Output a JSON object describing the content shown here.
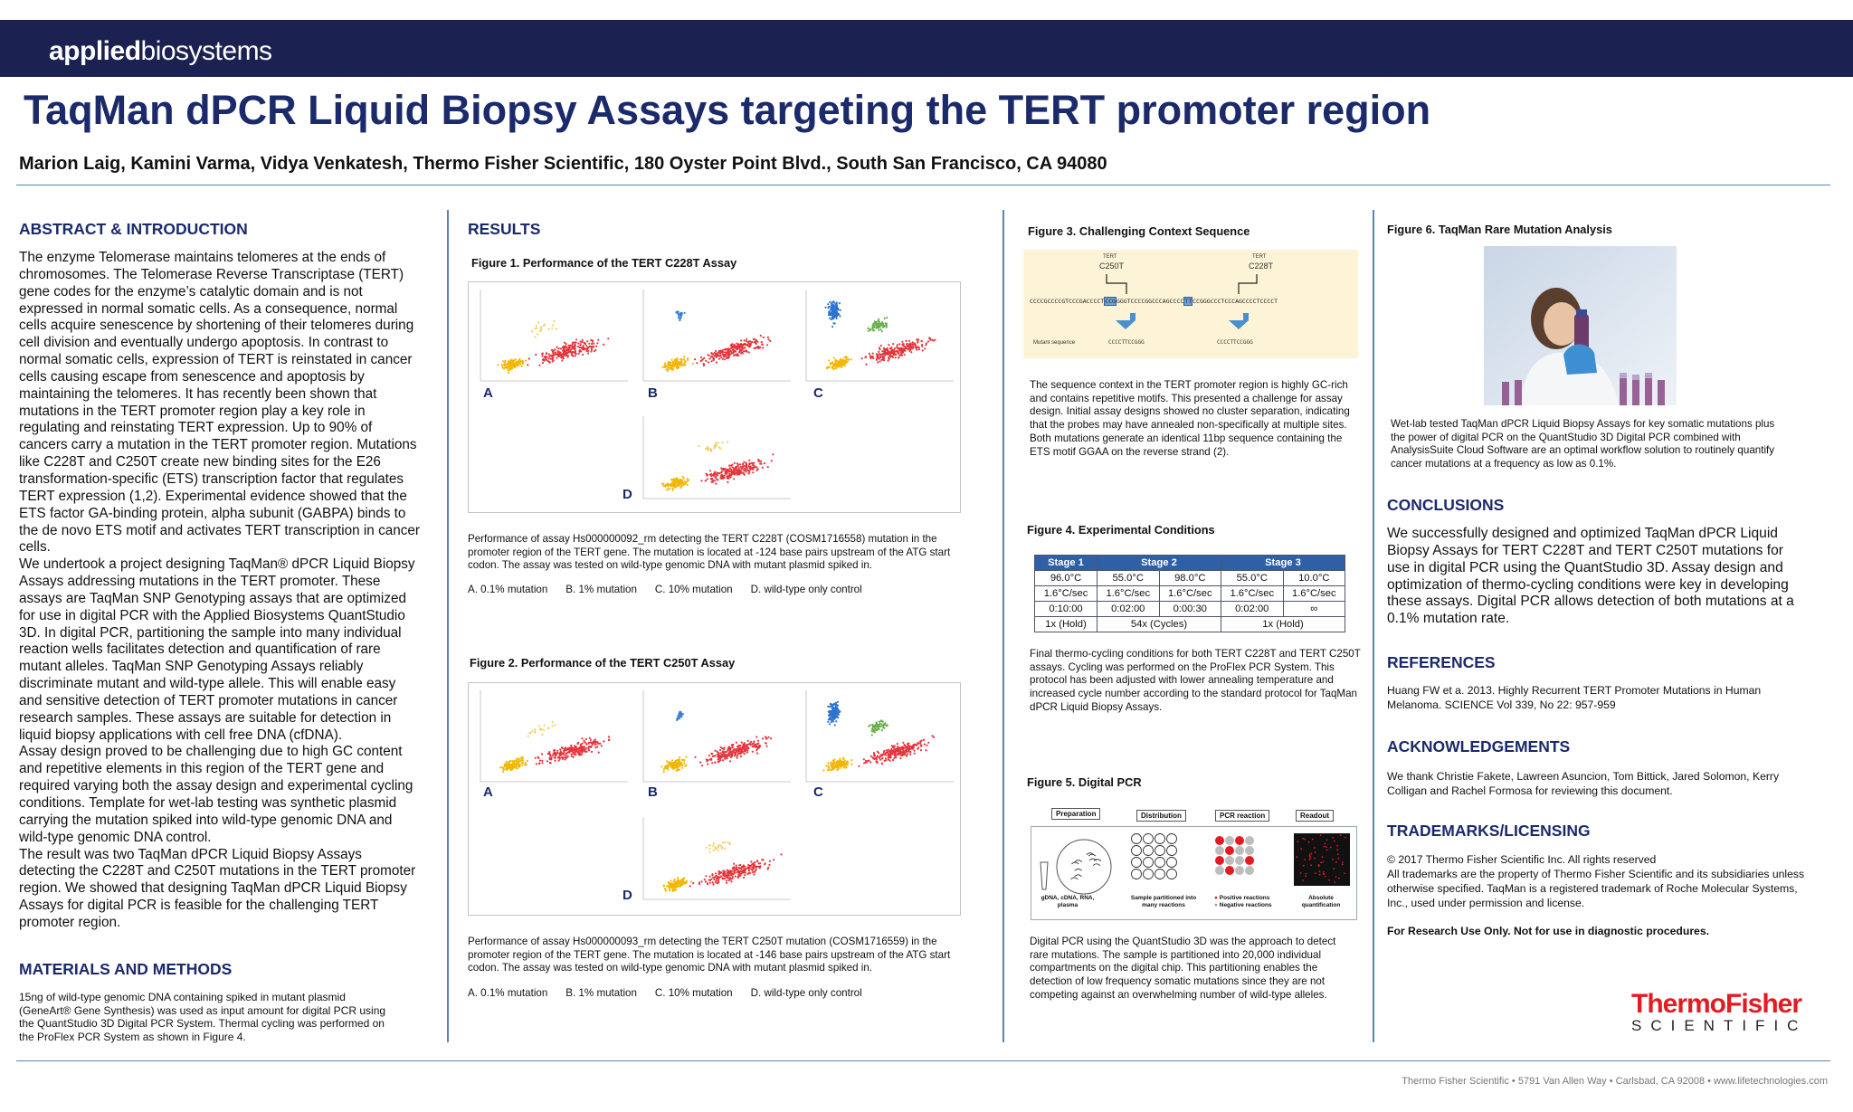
{
  "header": {
    "brand_bold": "applied",
    "brand_light": "biosystems"
  },
  "title": "TaqMan dPCR Liquid Biopsy Assays targeting the TERT promoter region",
  "authors": "Marion Laig, Kamini Varma, Vidya Venkatesh, Thermo Fisher Scientific, 180 Oyster Point Blvd., South San Francisco, CA 94080",
  "abstract": {
    "heading": "ABSTRACT & INTRODUCTION",
    "p1": "The enzyme Telomerase maintains telomeres at the ends of chromosomes. The Telomerase Reverse Transcriptase (TERT) gene codes for the enzyme’s catalytic domain and is not expressed in normal somatic cells. As a consequence, normal cells acquire senescence by shortening of their telomeres during cell division and eventually undergo apoptosis. In contrast to normal somatic cells, expression of TERT is reinstated in cancer cells causing escape from senescence and apoptosis by maintaining the telomeres. It has recently been shown that mutations in the TERT promoter region play a key role in regulating and reinstating TERT expression. Up to 90% of cancers carry a mutation in the TERT promoter region. Mutations like C228T and C250T create new binding sites for the E26 transformation-specific (ETS) transcription factor that regulates TERT expression (1,2). Experimental evidence showed that the ETS factor GA-binding protein, alpha subunit (GABPA) binds to the de novo ETS motif and activates TERT transcription in cancer cells.",
    "p2": "We undertook a project designing TaqMan® dPCR Liquid Biopsy Assays addressing mutations in the TERT promoter. These assays are TaqMan SNP Genotyping assays that are optimized for use in digital PCR with the Applied Biosystems QuantStudio 3D. In digital PCR, partitioning the sample into many individual reaction wells facilitates detection and quantification of rare mutant alleles. TaqMan SNP Genotyping Assays reliably discriminate mutant and wild-type allele. This will enable easy and sensitive detection of TERT promoter mutations in cancer research samples. These assays are suitable for detection in liquid biopsy applications with cell free DNA (cfDNA).",
    "p3": "Assay design proved to be challenging due to high GC content and repetitive elements in this region of the TERT gene and required varying both the assay design and experimental cycling conditions. Template for wet-lab testing was synthetic plasmid carrying the mutation spiked into wild-type genomic DNA and wild-type genomic DNA control.",
    "p4": "The result was two TaqMan dPCR Liquid Biopsy Assays detecting the C228T and C250T mutations in the TERT promoter region. We showed that designing TaqMan dPCR Liquid Biopsy Assays for digital PCR is feasible for the challenging TERT promoter region."
  },
  "methods": {
    "heading": "MATERIALS AND METHODS",
    "text": "15ng of wild-type genomic DNA containing spiked in mutant plasmid (GeneArt® Gene Synthesis) was used as input amount for digital PCR using the QuantStudio 3D Digital PCR System. Thermal cycling was performed on the ProFlex PCR System as shown in Figure 4."
  },
  "results": {
    "heading": "RESULTS",
    "fig1": {
      "title": "Figure 1.  Performance of the TERT C228T Assay",
      "labels": [
        "A",
        "B",
        "C",
        "D"
      ],
      "caption": "Performance of assay Hs000000092_rm detecting the TERT C228T (COSM1716558) mutation in the promoter region of the TERT gene. The mutation is located at -124 base pairs upstream of the ATG start codon. The assay was tested on wild-type genomic DNA with mutant plasmid spiked in.",
      "legend": [
        "A. 0.1% mutation",
        "B. 1% mutation",
        "C. 10% mutation",
        "D. wild-type only control"
      ]
    },
    "fig2": {
      "title": "Figure 2.  Performance of the TERT C250T Assay",
      "labels": [
        "A",
        "B",
        "C",
        "D"
      ],
      "caption": "Performance of assay Hs000000093_rm detecting the TERT C250T mutation (COSM1716559)  in the promoter region of the TERT gene. The mutation is located at -146 base pairs upstream of the ATG start codon. The assay was tested on wild-type genomic DNA with mutant plasmid spiked in.",
      "legend": [
        "A. 0.1% mutation",
        "B. 1% mutation",
        "C. 10% mutation",
        "D. wild-type only control"
      ]
    }
  },
  "fig3": {
    "title": "Figure 3.  Challenging Context Sequence",
    "tert_small": "TERT",
    "label_c250t": "C250T",
    "label_c228t": "C228T",
    "sequence_left": "CCCCGCCCCGTCCCGACCCCT",
    "sequence_box1": "CCG",
    "sequence_mid": "GGGTCCCCGGCCCAGCCCC",
    "sequence_box2": "TT",
    "sequence_right": "CCGGGCCCTCCCAGCCCCTCCCCT",
    "mutant_label": "Mutant sequence",
    "mutant1": "CCCCTTCCGGG",
    "mutant2": "CCCCTTCCGGG",
    "caption": "The sequence context in the TERT promoter region is highly GC-rich and contains repetitive motifs. This presented a challenge for assay design. Initial assay designs showed no cluster separation, indicating that the probes may have annealed non-specifically at multiple sites. Both mutations generate an identical 11bp sequence containing the ETS motif GGAA on the reverse strand (2)."
  },
  "fig4": {
    "title": "Figure 4.  Experimental Conditions",
    "headers": [
      "Stage 1",
      "Stage 2",
      "Stage 3"
    ],
    "rows": [
      [
        "96.0°C",
        "55.0°C",
        "98.0°C",
        "55.0°C",
        "10.0°C"
      ],
      [
        "1.6°C/sec",
        "1.6°C/sec",
        "1.6°C/sec",
        "1.6°C/sec",
        "1.6°C/sec"
      ],
      [
        "0:10:00",
        "0:02:00",
        "0:00:30",
        "0:02:00",
        "∞"
      ]
    ],
    "last_row": [
      "1x (Hold)",
      "54x (Cycles)",
      "1x (Hold)"
    ],
    "caption": "Final thermo-cycling conditions for both TERT C228T and TERT C250T assays. Cycling was performed on the ProFlex PCR System. This protocol has been adjusted with lower annealing temperature and increased cycle number according to the standard protocol for TaqMan dPCR Liquid Biopsy Assays."
  },
  "fig5": {
    "title": "Figure 5.  Digital PCR",
    "steps": [
      "Preparation",
      "Distribution",
      "PCR  reaction",
      "Readout"
    ],
    "sub_left": "gDNA, cDNA, RNA, plasma",
    "sub_mid": "Sample partitioned into many reactions",
    "sub_pos": "Positive reactions",
    "sub_neg": "Negative reactions",
    "sub_right": "Absolute quantification",
    "caption": "Digital PCR using the QuantStudio 3D was the approach to detect rare mutations. The sample is partitioned into 20,000 individual compartments on the digital chip. This partitioning enables the detection of low frequency somatic mutations since they are not competing against an overwhelming number of wild-type alleles."
  },
  "fig6": {
    "title": "Figure 6.  TaqMan Rare Mutation Analysis",
    "caption": "Wet-lab tested TaqMan dPCR Liquid Biopsy Assays for key somatic mutations plus the power of digital PCR on the QuantStudio 3D Digital PCR combined with AnalysisSuite Cloud Software are an optimal workflow solution to routinely quantify cancer mutations at a frequency as low as 0.1%."
  },
  "conclusions": {
    "heading": "CONCLUSIONS",
    "text": "We successfully designed and optimized TaqMan dPCR Liquid Biopsy Assays for TERT C228T and TERT C250T mutations for use in digital PCR using the QuantStudio 3D. Assay design and optimization of thermo-cycling conditions were key in developing these assays. Digital PCR allows detection of both mutations at a 0.1% mutation rate."
  },
  "references": {
    "heading": "REFERENCES",
    "text": "Huang FW et a. 2013. Highly Recurrent TERT Promoter Mutations in Human Melanoma. SCIENCE Vol 339, No 22: 957-959"
  },
  "acknowledgements": {
    "heading": "ACKNOWLEDGEMENTS",
    "text": "We thank Christie Fakete, Lawreen Asuncion, Tom Bittick, Jared Solomon, Kerry Colligan and Rachel Formosa for reviewing this document."
  },
  "trademarks": {
    "heading": "TRADEMARKS/LICENSING",
    "line1": "© 2017 Thermo Fisher Scientific Inc. All rights reserved",
    "line2": "All trademarks are the property of Thermo Fisher Scientific and its subsidiaries unless otherwise specified. TaqMan is a registered trademark of Roche Molecular Systems, Inc., used under permission and license.",
    "ruo": "For Research Use Only. Not for use in diagnostic procedures."
  },
  "logo": {
    "top": "ThermoFisher",
    "bottom": "SCIENTIFIC"
  },
  "footer": "Thermo Fisher Scientific • 5791 Van Allen Way • Carlsbad, CA 92008 • www.lifetechnologies.com",
  "colors": {
    "navy": "#1b2150",
    "title_blue": "#1b2a6b",
    "rule_blue": "#5b84b1",
    "thermo_red": "#e31b23"
  }
}
